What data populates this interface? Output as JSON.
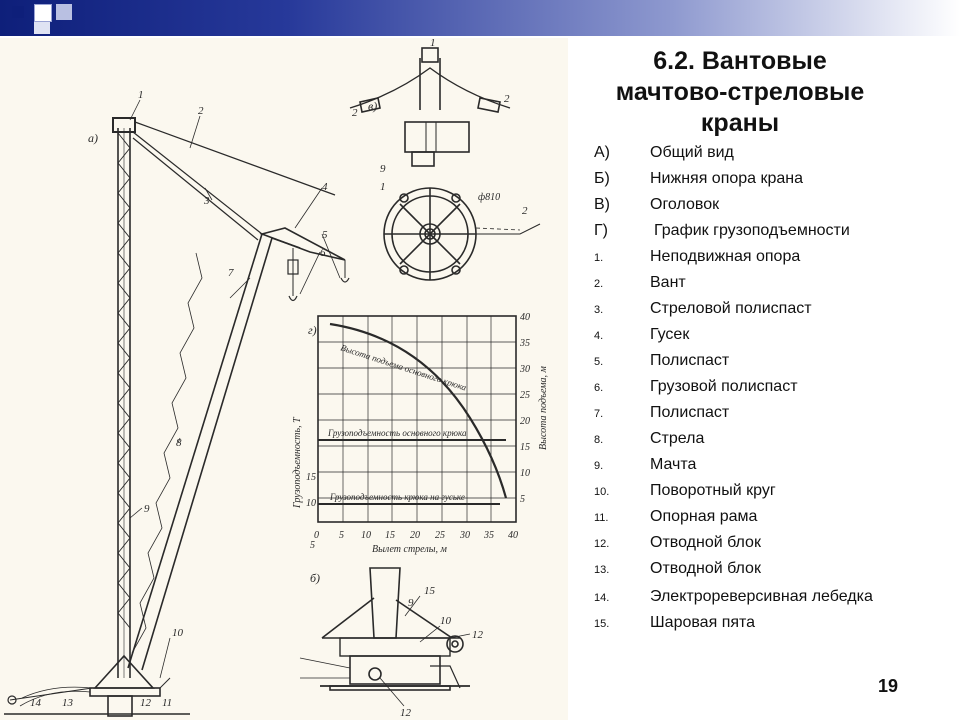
{
  "slide": {
    "title_line1": "6.2. Вантовые",
    "title_line2": "мачтово-стреловые",
    "title_line3": "краны",
    "page_number": "19"
  },
  "views": [
    {
      "marker": "А)",
      "text": "Общий вид"
    },
    {
      "marker": "Б)",
      "text": "Нижняя опора крана"
    },
    {
      "marker": "В)",
      "text": "Оголовок"
    },
    {
      "marker": "Г)",
      "text": "График грузоподъемности"
    }
  ],
  "parts": [
    {
      "marker": "1.",
      "text": "Неподвижная опора"
    },
    {
      "marker": "2.",
      "text": "Вант"
    },
    {
      "marker": "3.",
      "text": "Стреловой полиспаст"
    },
    {
      "marker": "4.",
      "text": "Гусек"
    },
    {
      "marker": "5.",
      "text": "Полиспаст"
    },
    {
      "marker": "6.",
      "text": "Грузовой полиспаст"
    },
    {
      "marker": "7.",
      "text": "Полиспаст"
    },
    {
      "marker": "8.",
      "text": "Стрела"
    },
    {
      "marker": "9.",
      "text": "Мачта"
    },
    {
      "marker": "10.",
      "text": "Поворотный круг"
    },
    {
      "marker": "11.",
      "text": "Опорная рама"
    },
    {
      "marker": "12.",
      "text": "Отводной блок"
    },
    {
      "marker": "13.",
      "text": "Отводной блок"
    },
    {
      "marker": "14.",
      "text": "Электрореверсивная лебедка"
    },
    {
      "marker": "15.",
      "text": "Шаровая пята"
    }
  ],
  "drawing": {
    "view_a": "а)",
    "view_b": "б)",
    "view_v": "в)",
    "view_g": "г)",
    "callouts": [
      "1",
      "2",
      "3",
      "4",
      "5",
      "6",
      "7",
      "8",
      "9",
      "10",
      "11",
      "12",
      "13",
      "14"
    ],
    "head_callouts": [
      "1",
      "2",
      "2",
      "9",
      "1",
      "2"
    ],
    "head_dim": "ф810",
    "base_callouts": [
      "9",
      "15",
      "10",
      "12",
      "12"
    ],
    "graph": {
      "x_ticks": [
        "0",
        "5",
        "10",
        "15",
        "20",
        "25",
        "30",
        "35",
        "40"
      ],
      "y_left_ticks": [
        "15",
        "10",
        "5"
      ],
      "y_right_ticks": [
        "40",
        "35",
        "30",
        "25",
        "20",
        "15",
        "10",
        "5"
      ],
      "xlabel": "Вылет стрелы, м",
      "ylabel_left": "Грузоподъемность, Т",
      "ylabel_right": "Высота подъема, м",
      "curve_height_label": "Высота подъема основного крюка",
      "line_main_label": "Грузоподъемность основного крюка",
      "line_gusek_label": "Грузоподъемность крюка на гуське"
    }
  },
  "colors": {
    "bar_dark": "#0e1f7a",
    "drawing_ink": "#2a2a2a",
    "paper": "#fbf8ef"
  }
}
